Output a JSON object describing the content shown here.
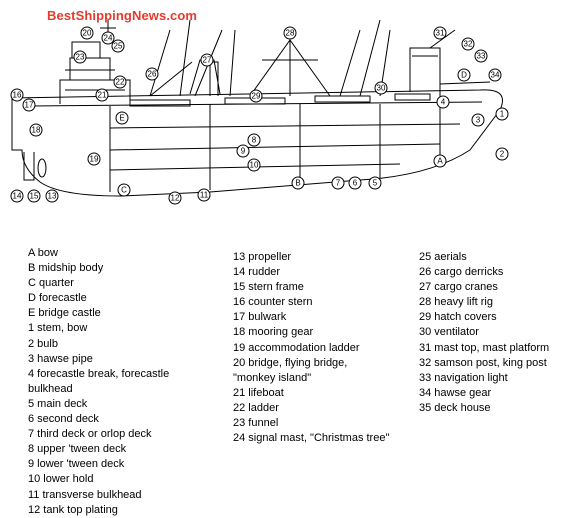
{
  "brand": "BestShippingNews.com",
  "callouts": [
    "1",
    "2",
    "3",
    "4",
    "5",
    "6",
    "7",
    "8",
    "9",
    "10",
    "11",
    "12",
    "13",
    "14",
    "15",
    "16",
    "17",
    "18",
    "19",
    "20",
    "21",
    "22",
    "23",
    "24",
    "25",
    "26",
    "27",
    "28",
    "29",
    "30",
    "31",
    "32",
    "33",
    "34",
    "A",
    "B",
    "C",
    "D",
    "E"
  ],
  "legend": {
    "col1": [
      "A bow",
      "B midship body",
      "C quarter",
      "D forecastle",
      "E  bridge castle",
      "1 stem, bow",
      "2 bulb",
      "3 hawse pipe",
      "4 forecastle break, forecastle",
      "bulkhead",
      "5 main deck",
      "6 second deck",
      "7 third deck or orlop deck",
      "8 upper 'tween deck",
      "9 lower 'tween deck",
      "10 lower hold",
      "11 transverse bulkhead",
      "12 tank top plating"
    ],
    "col2": [
      "13 propeller",
      "14 rudder",
      "15 stern frame",
      "16 counter stern",
      "17 bulwark",
      "18 mooring gear",
      "19 accommodation ladder",
      "20  bridge, flying bridge,",
      "\"monkey island\"",
      "21 lifeboat",
      "22 ladder",
      "23  funnel",
      "24 signal mast, \"Christmas tree\""
    ],
    "col3": [
      "25  aerials",
      "26 cargo derricks",
      "27 cargo cranes",
      "28  heavy lift rig",
      "29 hatch covers",
      "30 ventilator",
      "31 mast top, mast platform",
      "32 samson post, king post",
      "33 navigation light",
      "34 hawse gear",
      "35 deck house"
    ]
  }
}
